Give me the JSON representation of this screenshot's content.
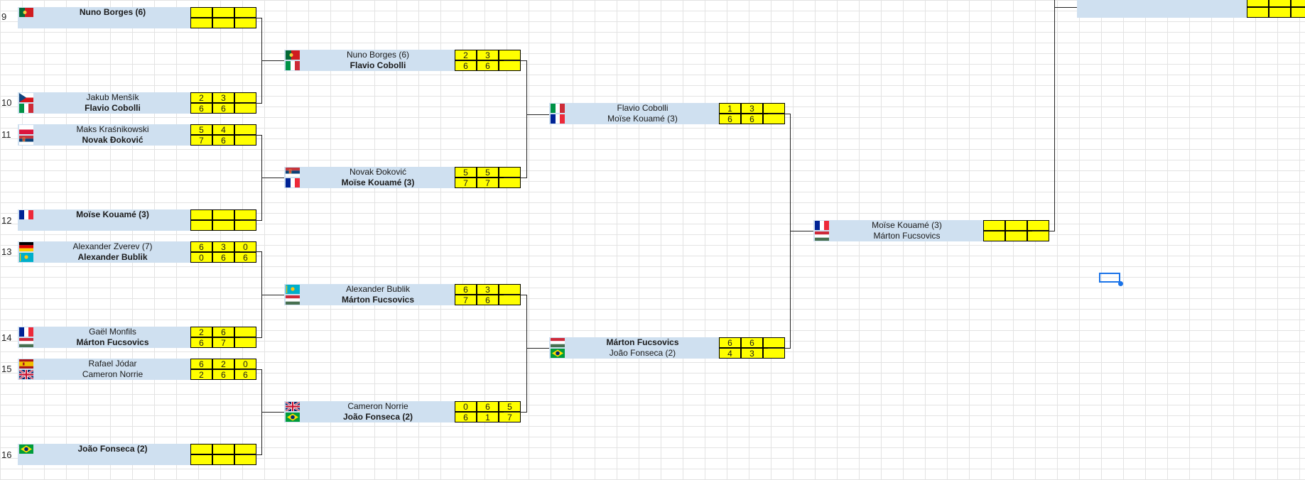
{
  "row_labels": [
    "9",
    "10",
    "11",
    "12",
    "13",
    "14",
    "15",
    "16"
  ],
  "flags": {
    "pt": "flag-portugal",
    "cz": "flag-czechia",
    "it": "flag-italy",
    "pl": "flag-poland",
    "rs": "flag-serbia",
    "fr": "flag-france",
    "de": "flag-germany",
    "kz": "flag-kazakhstan",
    "hu": "flag-hungary",
    "es": "flag-spain",
    "gb": "flag-uk",
    "br": "flag-brazil"
  },
  "round1": [
    {
      "top": {
        "name": "Nuno Borges (6)",
        "win": true,
        "flag": "pt",
        "scores": [
          "",
          "",
          ""
        ]
      },
      "bottom": {
        "name": "",
        "win": false,
        "flag": "",
        "scores": [
          "",
          "",
          ""
        ]
      }
    },
    {
      "top": {
        "name": "Jakub Menšík",
        "win": false,
        "flag": "cz",
        "scores": [
          "2",
          "3",
          ""
        ]
      },
      "bottom": {
        "name": "Flavio Cobolli",
        "win": true,
        "flag": "it",
        "scores": [
          "6",
          "6",
          ""
        ]
      }
    },
    {
      "top": {
        "name": "Maks Kraśnikowski",
        "win": false,
        "flag": "pl",
        "scores": [
          "5",
          "4",
          ""
        ]
      },
      "bottom": {
        "name": "Novak Đoković",
        "win": true,
        "flag": "rs",
        "scores": [
          "7",
          "6",
          ""
        ]
      }
    },
    {
      "top": {
        "name": "Moïse Kouamé (3)",
        "win": true,
        "flag": "fr",
        "scores": [
          "",
          "",
          ""
        ]
      },
      "bottom": {
        "name": "",
        "win": false,
        "flag": "",
        "scores": [
          "",
          "",
          ""
        ]
      }
    },
    {
      "top": {
        "name": "Alexander Zverev (7)",
        "win": false,
        "flag": "de",
        "scores": [
          "6",
          "3",
          "0"
        ]
      },
      "bottom": {
        "name": "Alexander Bublik",
        "win": true,
        "flag": "kz",
        "scores": [
          "0",
          "6",
          "6"
        ]
      }
    },
    {
      "top": {
        "name": "Gaël Monfils",
        "win": false,
        "flag": "fr",
        "scores": [
          "2",
          "6",
          ""
        ]
      },
      "bottom": {
        "name": "Márton Fucsovics",
        "win": true,
        "flag": "hu",
        "scores": [
          "6",
          "7",
          ""
        ]
      }
    },
    {
      "top": {
        "name": "Rafael Jódar",
        "win": false,
        "flag": "es",
        "scores": [
          "6",
          "2",
          "0"
        ]
      },
      "bottom": {
        "name": "Cameron Norrie",
        "win": false,
        "flag": "gb",
        "scores": [
          "2",
          "6",
          "6"
        ]
      }
    },
    {
      "top": {
        "name": "João Fonseca (2)",
        "win": true,
        "flag": "br",
        "scores": [
          "",
          "",
          ""
        ]
      },
      "bottom": {
        "name": "",
        "win": false,
        "flag": "",
        "scores": [
          "",
          "",
          ""
        ]
      }
    }
  ],
  "round2": [
    {
      "top": {
        "name": "Nuno Borges (6)",
        "win": false,
        "flag": "pt",
        "scores": [
          "2",
          "3",
          ""
        ]
      },
      "bottom": {
        "name": "Flavio Cobolli",
        "win": true,
        "flag": "it",
        "scores": [
          "6",
          "6",
          ""
        ]
      }
    },
    {
      "top": {
        "name": "Novak Đoković",
        "win": false,
        "flag": "rs",
        "scores": [
          "5",
          "5",
          ""
        ]
      },
      "bottom": {
        "name": "Moïse Kouamé (3)",
        "win": true,
        "flag": "fr",
        "scores": [
          "7",
          "7",
          ""
        ]
      }
    },
    {
      "top": {
        "name": "Alexander Bublik",
        "win": false,
        "flag": "kz",
        "scores": [
          "6",
          "3",
          ""
        ]
      },
      "bottom": {
        "name": "Márton Fucsovics",
        "win": true,
        "flag": "hu",
        "scores": [
          "7",
          "6",
          ""
        ]
      }
    },
    {
      "top": {
        "name": "Cameron Norrie",
        "win": false,
        "flag": "gb",
        "scores": [
          "0",
          "6",
          "5"
        ]
      },
      "bottom": {
        "name": "João Fonseca (2)",
        "win": true,
        "flag": "br",
        "scores": [
          "6",
          "1",
          "7"
        ]
      }
    }
  ],
  "round3": [
    {
      "top": {
        "name": "Flavio Cobolli",
        "win": false,
        "flag": "it",
        "scores": [
          "1",
          "3",
          ""
        ]
      },
      "bottom": {
        "name": "Moïse Kouamé (3)",
        "win": false,
        "flag": "fr",
        "scores": [
          "6",
          "6",
          ""
        ]
      }
    },
    {
      "top": {
        "name": "Márton Fucsovics",
        "win": true,
        "flag": "hu",
        "scores": [
          "6",
          "6",
          ""
        ]
      },
      "bottom": {
        "name": "João Fonseca (2)",
        "win": false,
        "flag": "br",
        "scores": [
          "4",
          "3",
          ""
        ]
      }
    }
  ],
  "round4": [
    {
      "top": {
        "name": "Moïse Kouamé (3)",
        "win": false,
        "flag": "fr",
        "scores": [
          "",
          "",
          ""
        ]
      },
      "bottom": {
        "name": "Márton Fucsovics",
        "win": false,
        "flag": "hu",
        "scores": [
          "",
          "",
          ""
        ]
      }
    }
  ],
  "round5_partial": [
    {
      "top": {
        "name": "",
        "win": false,
        "flag": "",
        "scores": [
          "",
          "",
          ""
        ]
      },
      "bottom": {
        "name": "",
        "win": false,
        "flag": "",
        "scores": [
          "",
          "",
          ""
        ]
      }
    }
  ],
  "colors": {
    "name_bg": "#cfe0f0",
    "score_bg": "#ffff00",
    "grid": "#e3e3e3",
    "selection": "#1a73e8"
  }
}
